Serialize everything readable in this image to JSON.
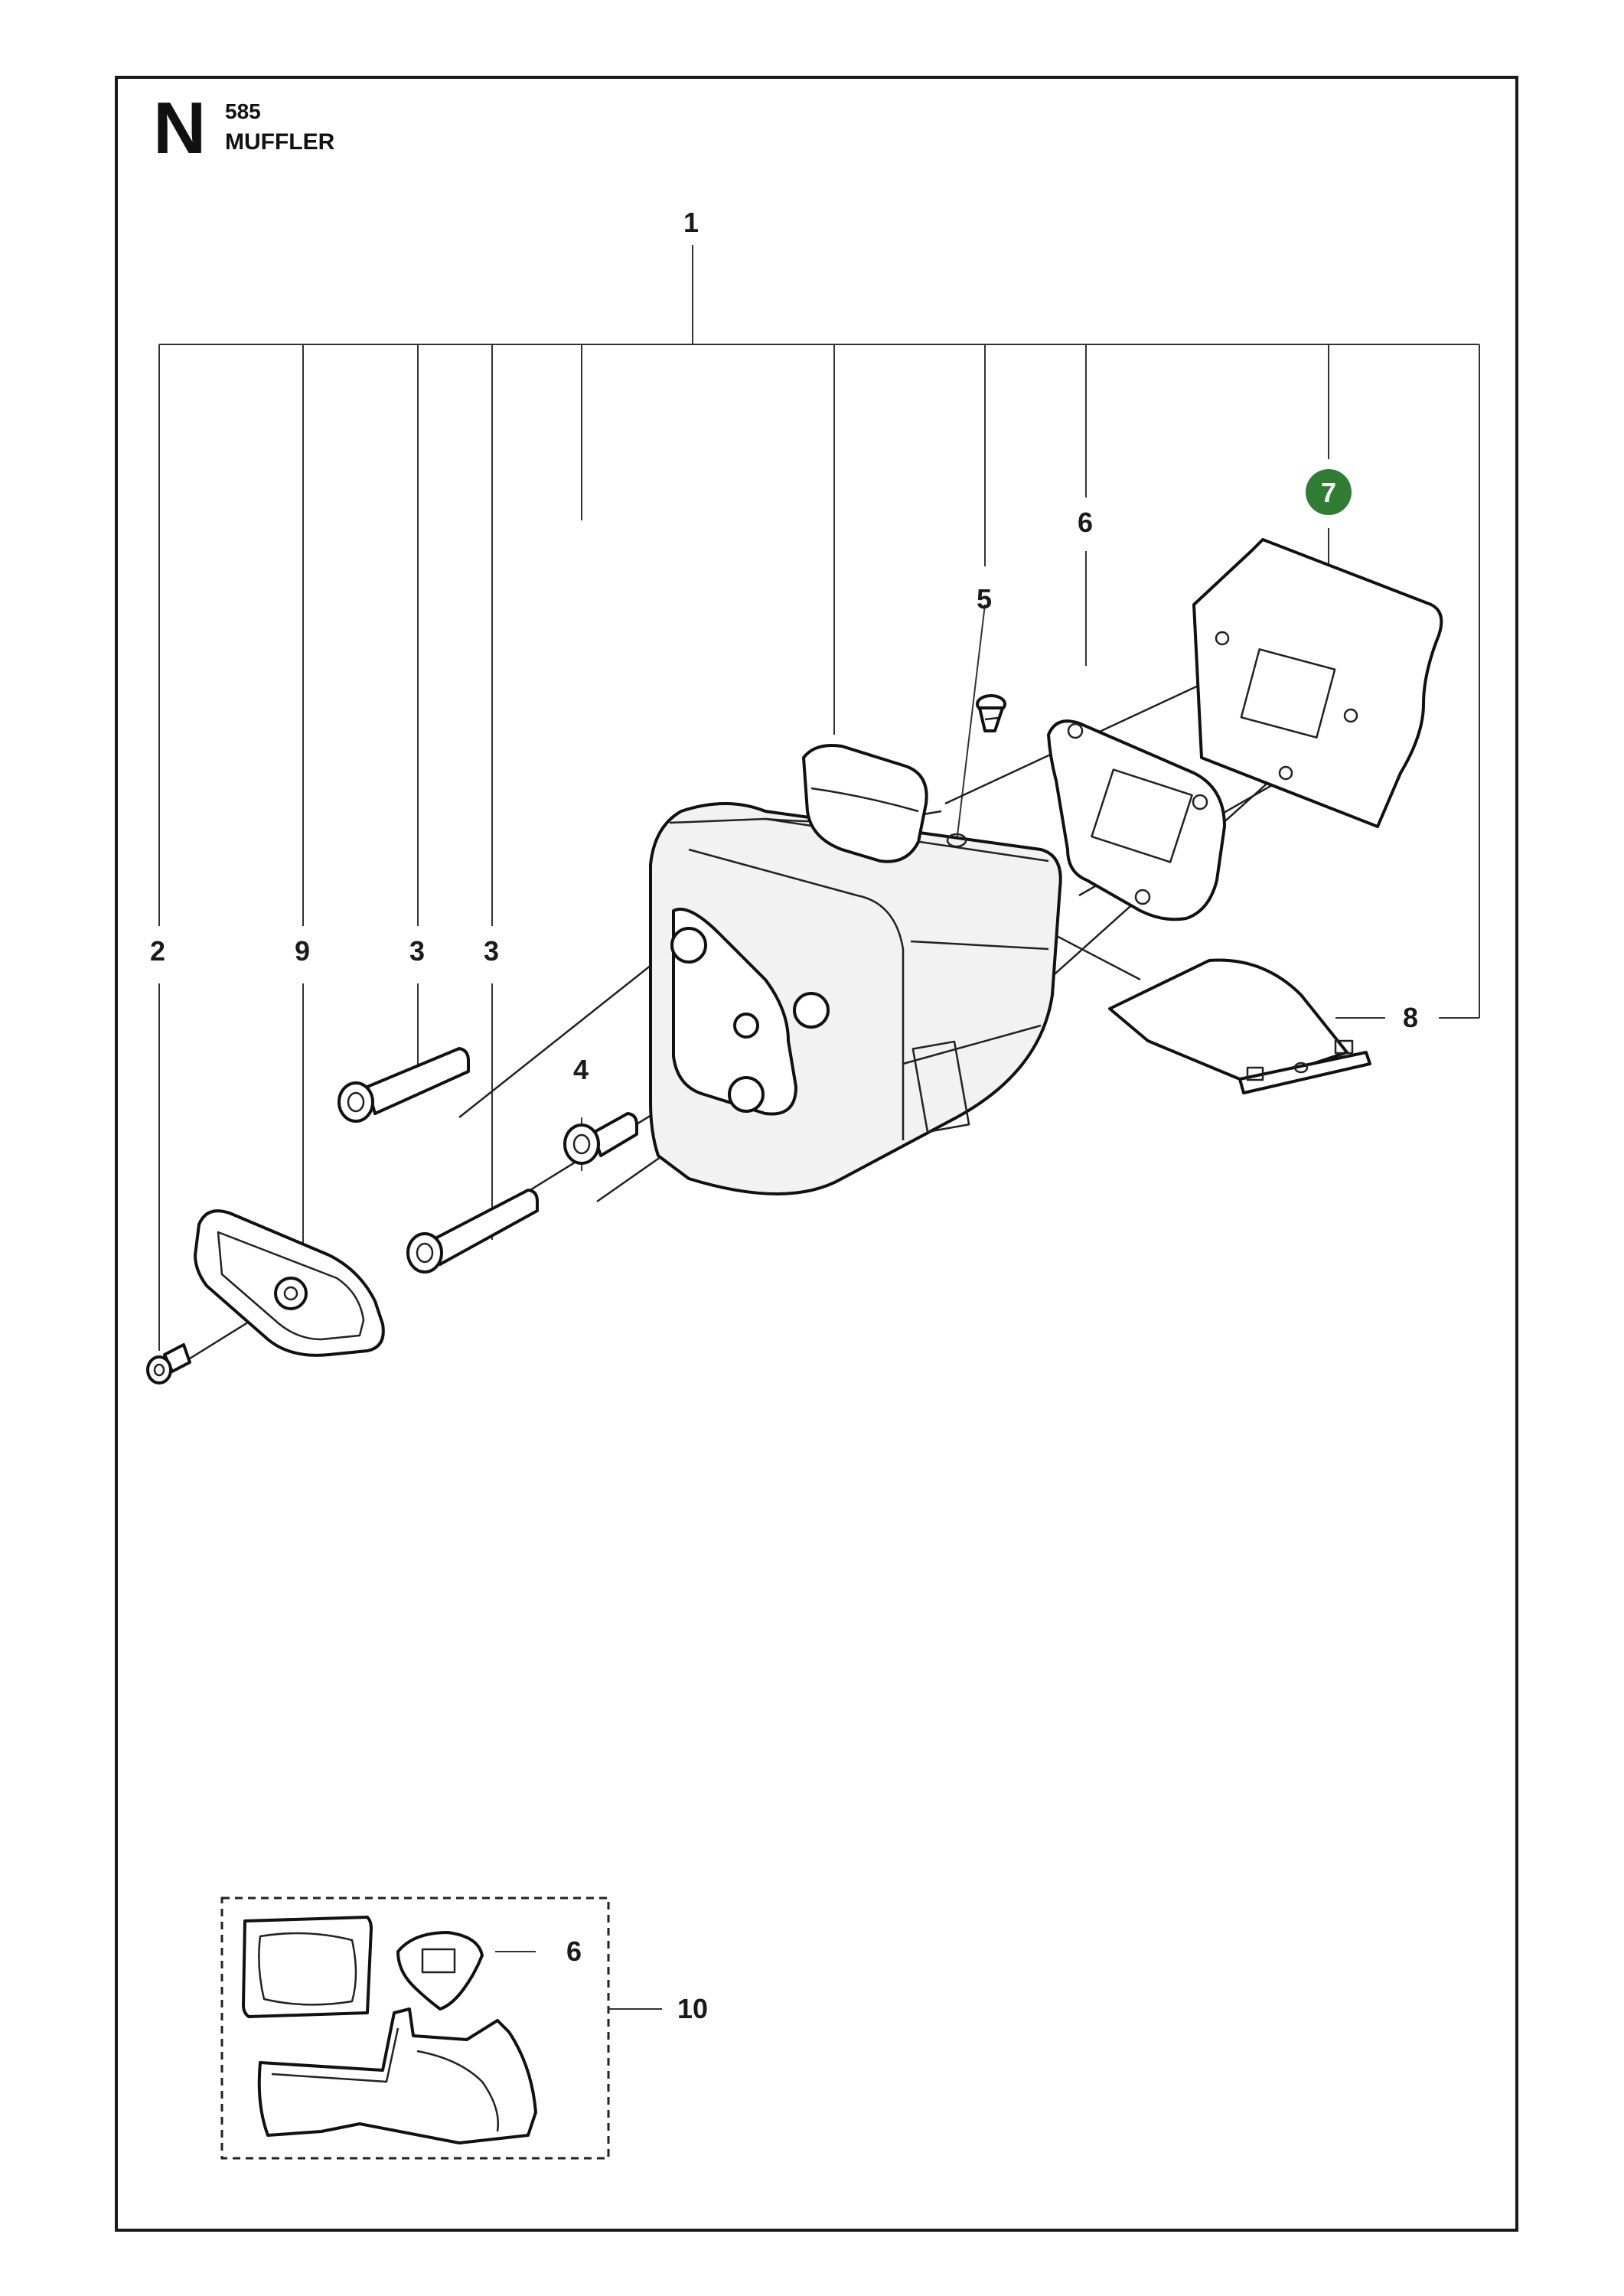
{
  "section": {
    "letter": "N",
    "model": "585",
    "title": "MUFFLER"
  },
  "callouts": {
    "c1": "1",
    "c2": "2",
    "c9": "9",
    "c3a": "3",
    "c3b": "3",
    "c4": "4",
    "c5": "5",
    "c6": "6",
    "c7": "7",
    "c8": "8",
    "c6kit": "6",
    "c10": "10"
  },
  "colors": {
    "highlight_badge": "#2e7d32",
    "line": "#333333",
    "frame": "#1a1a1a"
  }
}
